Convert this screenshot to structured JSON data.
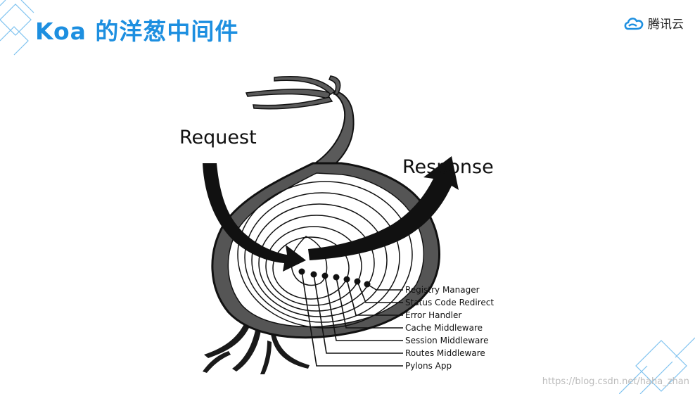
{
  "slide": {
    "title": "Koa 的洋葱中间件",
    "brand": {
      "name": "腾讯云",
      "icon": "cloud-icon",
      "color": "#1d8fe0"
    }
  },
  "diagram": {
    "request_label": "Request",
    "response_label": "Response",
    "layers": [
      "Registry Manager",
      "Status Code Redirect",
      "Error Handler",
      "Cache Middleware",
      "Session Middleware",
      "Routes Middleware",
      "Pylons App"
    ]
  },
  "watermark": "https://blog.csdn.net/haha_zhan"
}
